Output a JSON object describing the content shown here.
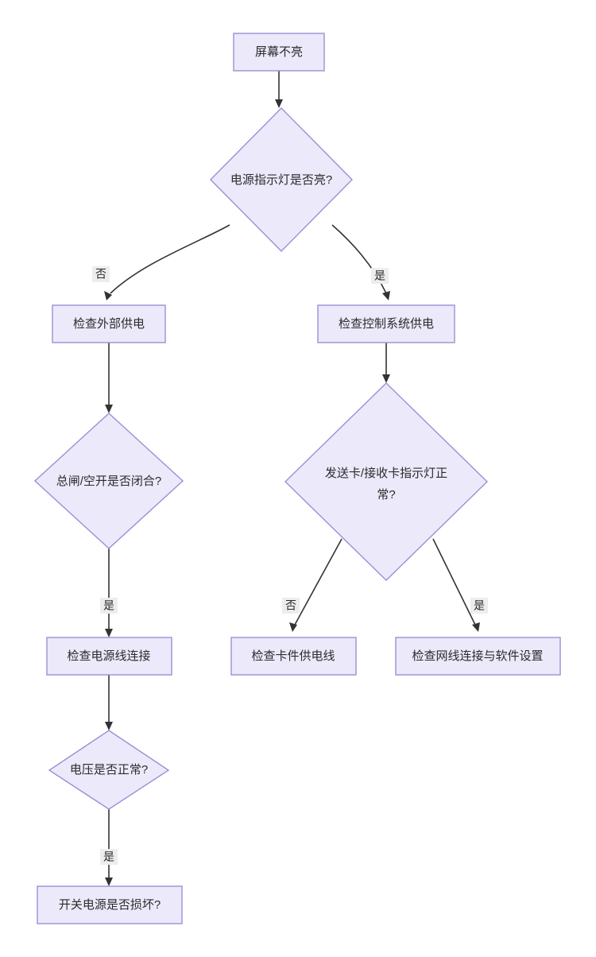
{
  "diagram": {
    "type": "flowchart",
    "direction": "top-down",
    "theme": {
      "node_fill": "#ece9fb",
      "node_border": "#9c8fd6",
      "edge_color": "#333333",
      "edge_label_bg": "#ededed",
      "text_color": "#2b2b2b",
      "canvas_bg": "#ffffff"
    },
    "nodes": [
      {
        "id": "n1",
        "shape": "rect",
        "label": "屏幕不亮"
      },
      {
        "id": "n2",
        "shape": "diamond",
        "label": "电源指示灯是否亮?"
      },
      {
        "id": "n3",
        "shape": "rect",
        "label": "检查外部供电"
      },
      {
        "id": "n4",
        "shape": "rect",
        "label": "检查控制系统供电"
      },
      {
        "id": "n5",
        "shape": "diamond",
        "label": "总闸/空开是否闭合?"
      },
      {
        "id": "n6",
        "shape": "diamond",
        "label_line1": "发送卡/接收卡指示灯正",
        "label_line2": "常?"
      },
      {
        "id": "n7",
        "shape": "rect",
        "label": "检查电源线连接"
      },
      {
        "id": "n8",
        "shape": "rect",
        "label": "检查卡件供电线"
      },
      {
        "id": "n9",
        "shape": "rect",
        "label": "检查网线连接与软件设置"
      },
      {
        "id": "n10",
        "shape": "diamond",
        "label": "电压是否正常?"
      },
      {
        "id": "n11",
        "shape": "rect",
        "label": "开关电源是否损坏?"
      }
    ],
    "edges": [
      {
        "id": "e1",
        "from": "n1",
        "to": "n2",
        "label": ""
      },
      {
        "id": "e2",
        "from": "n2",
        "to": "n3",
        "label": "否"
      },
      {
        "id": "e3",
        "from": "n2",
        "to": "n4",
        "label": "是"
      },
      {
        "id": "e4",
        "from": "n3",
        "to": "n5",
        "label": ""
      },
      {
        "id": "e5",
        "from": "n4",
        "to": "n6",
        "label": ""
      },
      {
        "id": "e6",
        "from": "n5",
        "to": "n7",
        "label": "是"
      },
      {
        "id": "e7",
        "from": "n6",
        "to": "n8",
        "label": "否"
      },
      {
        "id": "e8",
        "from": "n6",
        "to": "n9",
        "label": "是"
      },
      {
        "id": "e9",
        "from": "n7",
        "to": "n10",
        "label": ""
      },
      {
        "id": "e10",
        "from": "n10",
        "to": "n11",
        "label": "是"
      }
    ]
  }
}
